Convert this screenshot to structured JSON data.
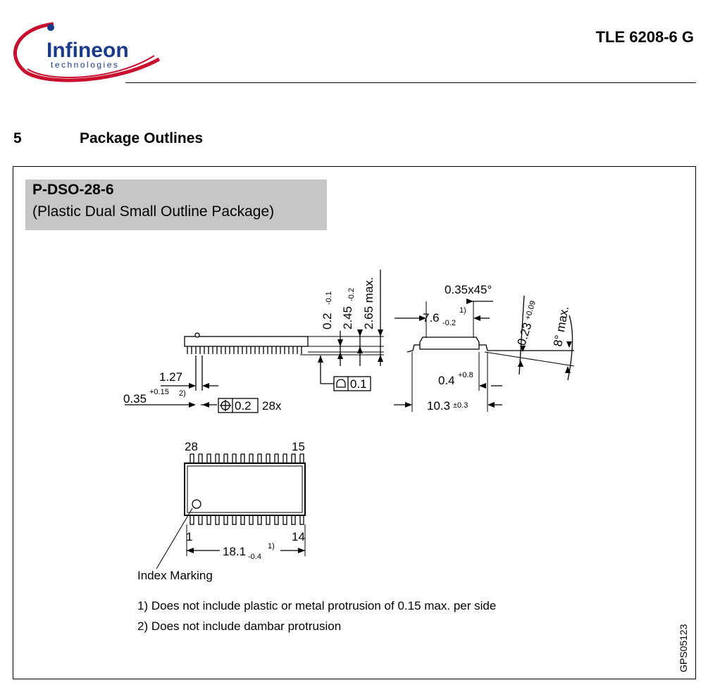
{
  "header": {
    "logo_name": "Infineon",
    "logo_sub": "technologies",
    "doc_title": "TLE 6208-6 G"
  },
  "section": {
    "number": "5",
    "title": "Package Outlines"
  },
  "package": {
    "name": "P-DSO-28-6",
    "description": "(Plastic Dual Small Outline Package)"
  },
  "dims": {
    "pitch": "1.27",
    "lead_width": "0.35",
    "lead_width_tol": "+0.15",
    "lead_width_note": "2)",
    "pos_tol": "0.2",
    "pos_count": "28x",
    "standoff": "0.2",
    "standoff_tol": "-0.1",
    "body_height": "2.45",
    "body_height_tol": "-0.2",
    "max_height": "2.65 max.",
    "flatness": "0.1",
    "chamfer": "0.35x45°",
    "body_width": "7.6",
    "body_width_tol": "-0.2",
    "body_width_note": "1)",
    "lead_thick": "0.23",
    "lead_thick_tol": "+0.09",
    "lead_angle": "8° max.",
    "lead_len": "0.4",
    "lead_len_tol": "+0.8",
    "total_width": "10.3",
    "total_width_tol": "±0.3",
    "pin_first_top": "28",
    "pin_last_top": "15",
    "pin_first_bottom": "1",
    "pin_last_bottom": "14",
    "body_len": "18.1",
    "body_len_tol": "-0.4",
    "body_len_note": "1)",
    "index_label": "Index Marking"
  },
  "notes": {
    "note1": "1) Does not include plastic or metal protrusion of 0.15 max. per side",
    "note2": "2) Does not include dambar protrusion"
  },
  "drawing_code": "GPS05123",
  "colors": {
    "brand_red": "#c8102e",
    "brand_blue": "#1a3a8c",
    "box_gray": "#c6c6c6"
  }
}
